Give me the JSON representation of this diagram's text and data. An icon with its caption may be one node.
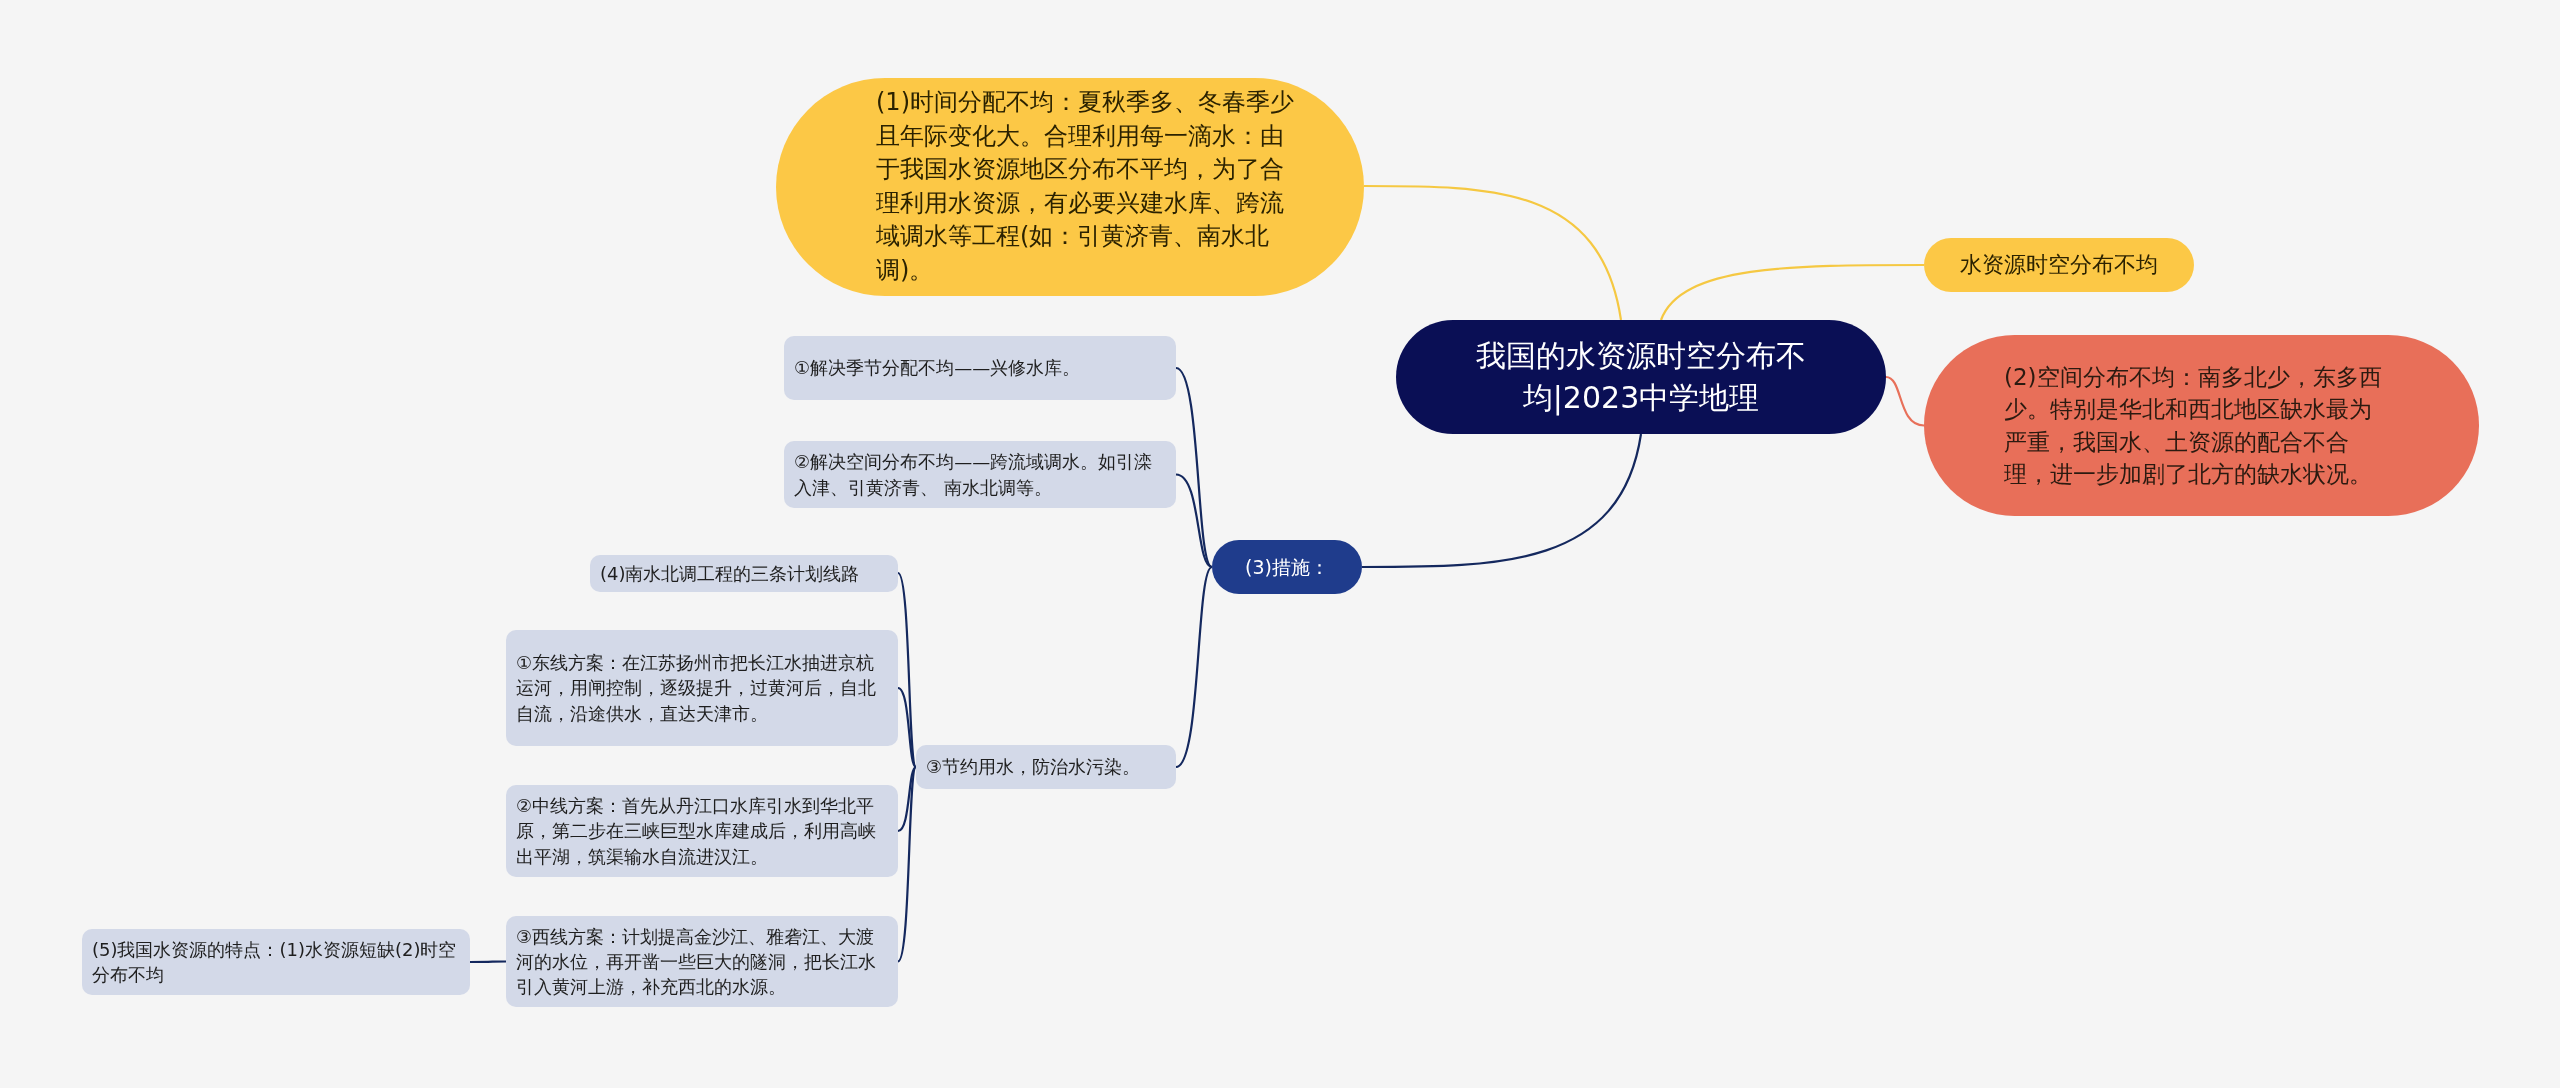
{
  "diagram": {
    "nodes": [
      {
        "text": [
          "我国的水资源时空分布不均|2023中学地理"
        ]
      },
      {
        "text": [
          "(1)时间分配不均：夏秋季多、冬春季少且年际变化大。合理利用每一滴水：由于我国水资源地区分布不平均，为了合理利用水资源，有必要兴建水库、跨流域调水等工程(如：引黄济青、南水北调)。"
        ]
      },
      {
        "text": [
          "水资源时空分布不均"
        ]
      },
      {
        "text": [
          "(2)空间分布不均：南多北少，东多西少。特别是华北和西北地区缺水最为严重，我国水、土资源的配合不合理，进一步加剧了北方的缺水状况。"
        ]
      },
      {
        "text": [
          "(3)措施："
        ]
      },
      {
        "text": [
          "①解决季节分配不均——兴修水库。"
        ]
      },
      {
        "text": [
          "②解决空间分布不均——跨流域调水。如引滦入津、引黄济青、 南水北调等。"
        ]
      },
      {
        "text": [
          "③节约用水，防治水污染。"
        ]
      },
      {
        "text": [
          "(4)南水北调工程的三条计划线路"
        ]
      },
      {
        "text": [
          "①东线方案：在江苏扬州市把长江水抽进京杭运河，用闸控制，逐级提升，过黄河后，自北自流，沿途供水，直达天津市。"
        ]
      },
      {
        "text": [
          "②中线方案：首先从丹江口水库引水到华北平原，第二步在三峡巨型水库建成后，利用高峡出平湖，筑渠输水自流进汉江。"
        ]
      },
      {
        "text": [
          "③西线方案：计划提高金沙江、雅砻江、大渡河的水位，再开凿一些巨大的隧洞，把长江水引入黄河上游，补充西北的水源。"
        ]
      },
      {
        "text": [
          "(5)我国水资源的特点：(1)水资源短缺(2)时空分布不均"
        ]
      }
    ],
    "edges": [
      {
        "from": 0,
        "to": 1,
        "arrow": "none",
        "color": "#f5c842"
      },
      {
        "from": 0,
        "to": 2,
        "arrow": "none",
        "color": "#f5c842"
      },
      {
        "from": 0,
        "to": 3,
        "arrow": "none",
        "color": "#e8705a"
      },
      {
        "from": 0,
        "to": 4,
        "arrow": "none"
      },
      {
        "from": 4,
        "to": 5,
        "arrow": "none"
      },
      {
        "from": 4,
        "to": 6,
        "arrow": "none"
      },
      {
        "from": 4,
        "to": 7,
        "arrow": "none"
      },
      {
        "from": 7,
        "to": 8,
        "arrow": "none"
      },
      {
        "from": 7,
        "to": 9,
        "arrow": "none"
      },
      {
        "from": 7,
        "to": 10,
        "arrow": "none"
      },
      {
        "from": 7,
        "to": 11,
        "arrow": "none"
      },
      {
        "from": 11,
        "to": 12,
        "arrow": "none"
      }
    ]
  }
}
